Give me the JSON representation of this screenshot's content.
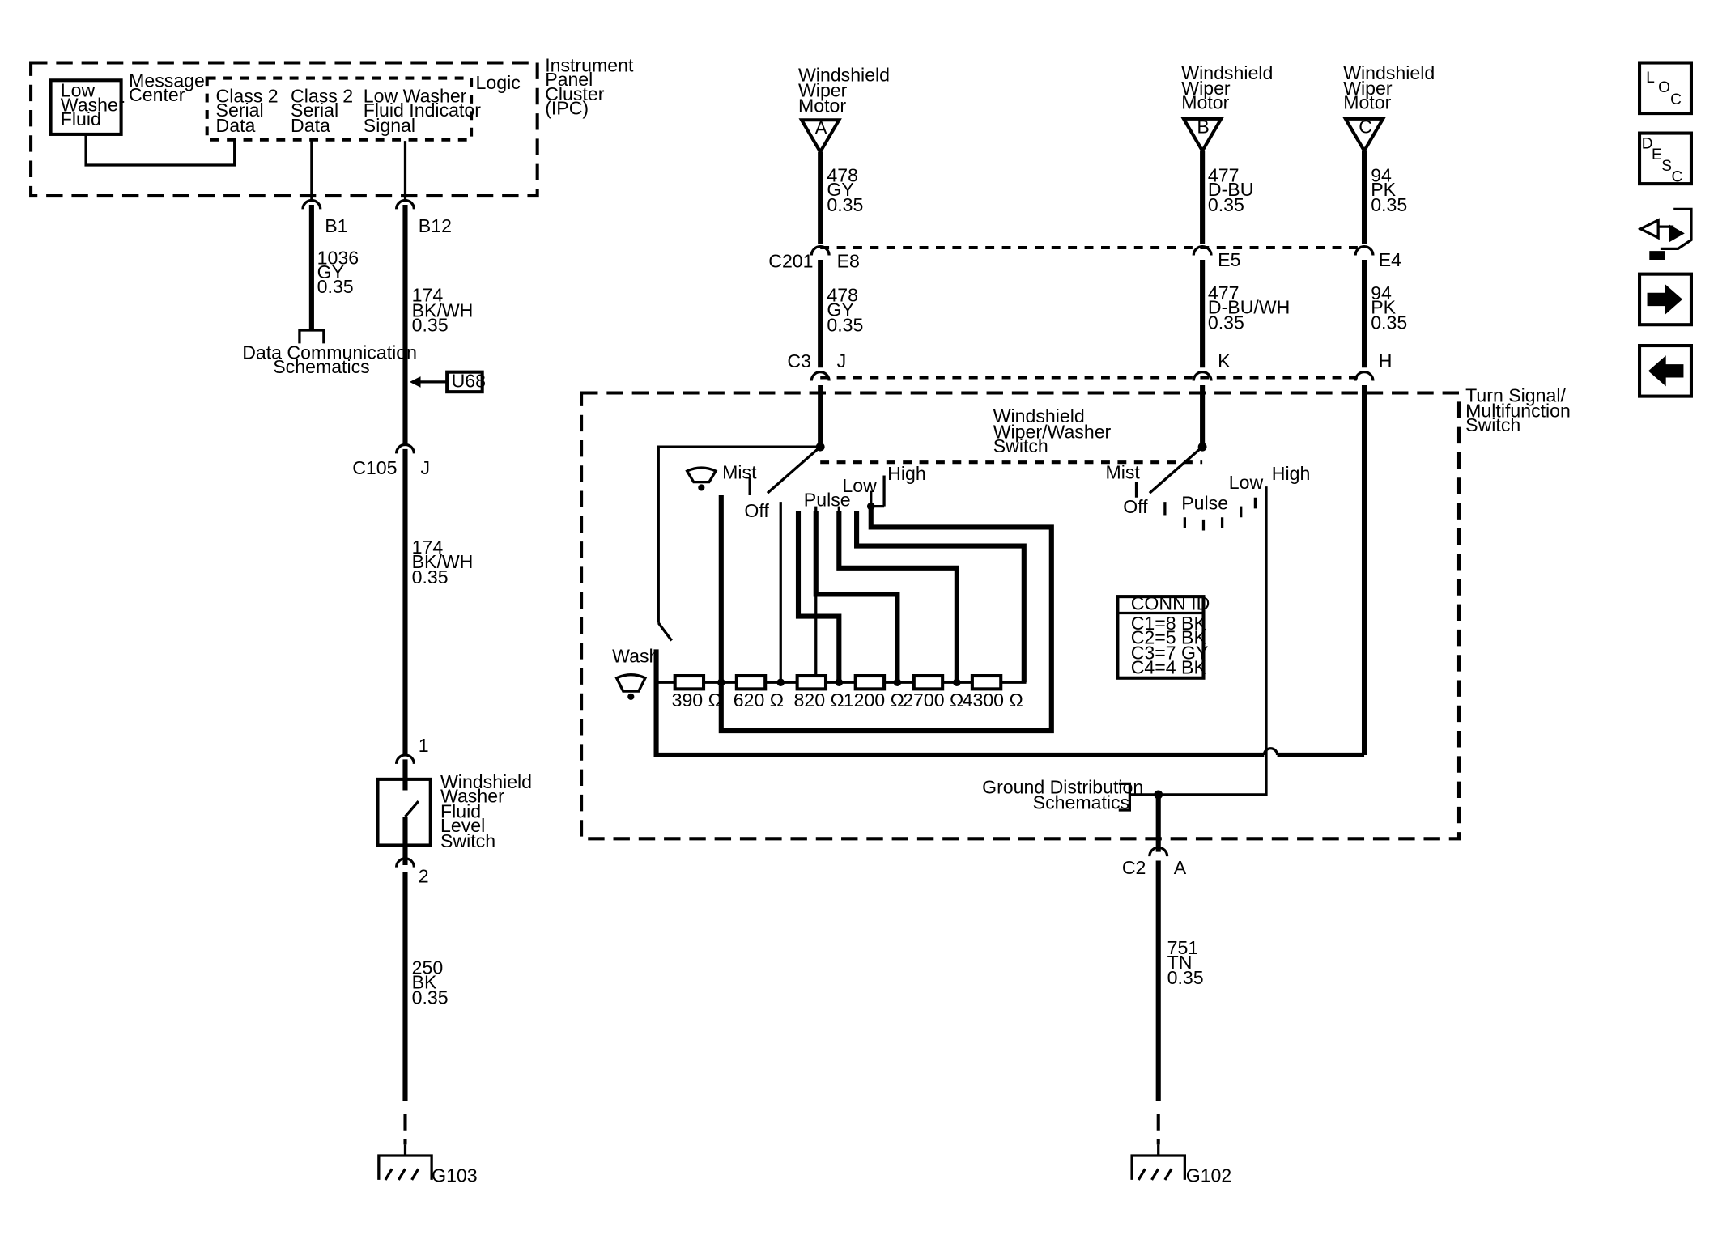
{
  "ipc": {
    "title_lines": [
      "Instrument",
      "Panel",
      "Cluster",
      "(IPC)"
    ],
    "logic": "Logic",
    "msg_center": [
      "Message",
      "Center"
    ],
    "low_washer": [
      "Low",
      "Washer",
      "Fluid"
    ],
    "class2_a": [
      "Class 2",
      "Serial",
      "Data"
    ],
    "class2_b": [
      "Class 2",
      "Serial",
      "Data"
    ],
    "indicator": [
      "Low Washer",
      "Fluid Indicator",
      "Signal"
    ]
  },
  "left_circuit": {
    "b1": "B1",
    "wire1036": [
      "1036",
      "GY",
      "0.35"
    ],
    "data_comm": [
      "Data Communication",
      "Schematics"
    ],
    "b12": "B12",
    "wire174a": [
      "174",
      "BK/WH",
      "0.35"
    ],
    "u68": "U68",
    "c105": "C105",
    "c105_pin": "J",
    "wire174b": [
      "174",
      "BK/WH",
      "0.35"
    ],
    "pin1": "1",
    "level_switch": [
      "Windshield",
      "Washer",
      "Fluid",
      "Level",
      "Switch"
    ],
    "pin2": "2",
    "wire250": [
      "250",
      "BK",
      "0.35"
    ],
    "g103": "G103"
  },
  "motor": {
    "label_a": [
      "Windshield",
      "Wiper",
      "Motor"
    ],
    "label_b": [
      "Windshield",
      "Wiper",
      "Motor"
    ],
    "label_c": [
      "Windshield",
      "Wiper",
      "Motor"
    ],
    "pin_a": "A",
    "pin_b": "B",
    "pin_c": "C",
    "wire478a": [
      "478",
      "GY",
      "0.35"
    ],
    "wire477a": [
      "477",
      "D-BU",
      "0.35"
    ],
    "wire94a": [
      "94",
      "PK",
      "0.35"
    ],
    "c201": "C201",
    "e8": "E8",
    "e5": "E5",
    "e4": "E4",
    "wire478b": [
      "478",
      "GY",
      "0.35"
    ],
    "wire477b": [
      "477",
      "D-BU/WH",
      "0.35"
    ],
    "wire94b": [
      "94",
      "PK",
      "0.35"
    ],
    "c3": "C3",
    "j": "J",
    "k": "K",
    "h": "H"
  },
  "switch": {
    "title": [
      "Turn Signal/",
      "Multifunction",
      "Switch"
    ],
    "wiper_switch": [
      "Windshield",
      "Wiper/Washer",
      "Switch"
    ],
    "mist": "Mist",
    "off": "Off",
    "pulse": "Pulse",
    "low": "Low",
    "high": "High",
    "wash": "Wash",
    "resistors": [
      "390 Ω",
      "620 Ω",
      "820 Ω",
      "1200 Ω",
      "2700 Ω",
      "4300 Ω"
    ],
    "conn_id_title": "CONN ID",
    "conn_ids": [
      "C1=8 BK",
      "C2=5 BK",
      "C3=7 GY",
      "C4=4 BK"
    ],
    "ground_dist": [
      "Ground Distribution",
      "Schematics"
    ]
  },
  "right_ground": {
    "c2": "C2",
    "pin_a": "A",
    "wire751": [
      "751",
      "TN",
      "0.35"
    ],
    "g102": "G102"
  },
  "nav": {
    "loc": [
      "L",
      "O",
      "C"
    ],
    "desc": [
      "D",
      "E",
      "S",
      "C"
    ]
  }
}
